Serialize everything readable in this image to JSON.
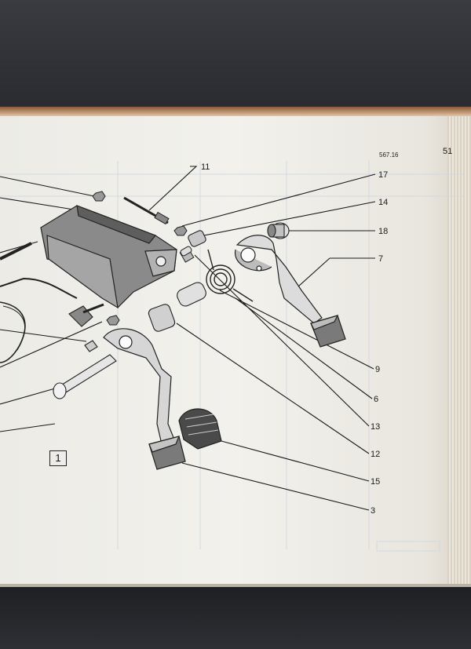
{
  "page": {
    "catalog_code": "567.16",
    "page_number": "51",
    "figure_number": "1"
  },
  "callouts": [
    "11",
    "17",
    "14",
    "18",
    "7",
    "9",
    "6",
    "13",
    "12",
    "15",
    "3"
  ],
  "icons": [
    "pedal-bracket",
    "clutch-pedal",
    "brake-pedal",
    "pedal-rubber-pad",
    "spring",
    "bushing",
    "pivot-bolt",
    "nut"
  ],
  "colors": {
    "paper": "#f0efea",
    "ink": "#1a1a1a",
    "part_shade": "#7a7a7a",
    "faint_print": "#c9d3de"
  }
}
